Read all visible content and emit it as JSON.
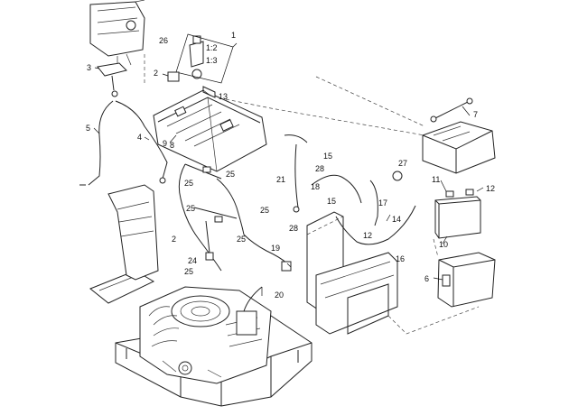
{
  "diagram": {
    "callouts": [
      {
        "id": "c1",
        "text": "1"
      },
      {
        "id": "c1_2",
        "text": "1:2"
      },
      {
        "id": "c1_3",
        "text": "1:3"
      },
      {
        "id": "c2a",
        "text": "2"
      },
      {
        "id": "c2b",
        "text": "2"
      },
      {
        "id": "c3",
        "text": "3"
      },
      {
        "id": "c4",
        "text": "4"
      },
      {
        "id": "c5",
        "text": "5"
      },
      {
        "id": "c6",
        "text": "6"
      },
      {
        "id": "c7",
        "text": "7"
      },
      {
        "id": "c8",
        "text": "8"
      },
      {
        "id": "c9",
        "text": "9"
      },
      {
        "id": "c10",
        "text": "10"
      },
      {
        "id": "c11",
        "text": "11"
      },
      {
        "id": "c12a",
        "text": "12"
      },
      {
        "id": "c12b",
        "text": "12"
      },
      {
        "id": "c13",
        "text": "13"
      },
      {
        "id": "c14",
        "text": "14"
      },
      {
        "id": "c15a",
        "text": "15"
      },
      {
        "id": "c15b",
        "text": "15"
      },
      {
        "id": "c16",
        "text": "16"
      },
      {
        "id": "c17",
        "text": "17"
      },
      {
        "id": "c18",
        "text": "18"
      },
      {
        "id": "c19",
        "text": "19"
      },
      {
        "id": "c20",
        "text": "20"
      },
      {
        "id": "c21",
        "text": "21"
      },
      {
        "id": "c24",
        "text": "24"
      },
      {
        "id": "c25a",
        "text": "25"
      },
      {
        "id": "c25b",
        "text": "25"
      },
      {
        "id": "c25c",
        "text": "25"
      },
      {
        "id": "c25d",
        "text": "25"
      },
      {
        "id": "c25e",
        "text": "25"
      },
      {
        "id": "c25f",
        "text": "25"
      },
      {
        "id": "c26",
        "text": "26"
      },
      {
        "id": "c27",
        "text": "27"
      },
      {
        "id": "c28a",
        "text": "28"
      },
      {
        "id": "c28b",
        "text": "28"
      }
    ]
  }
}
